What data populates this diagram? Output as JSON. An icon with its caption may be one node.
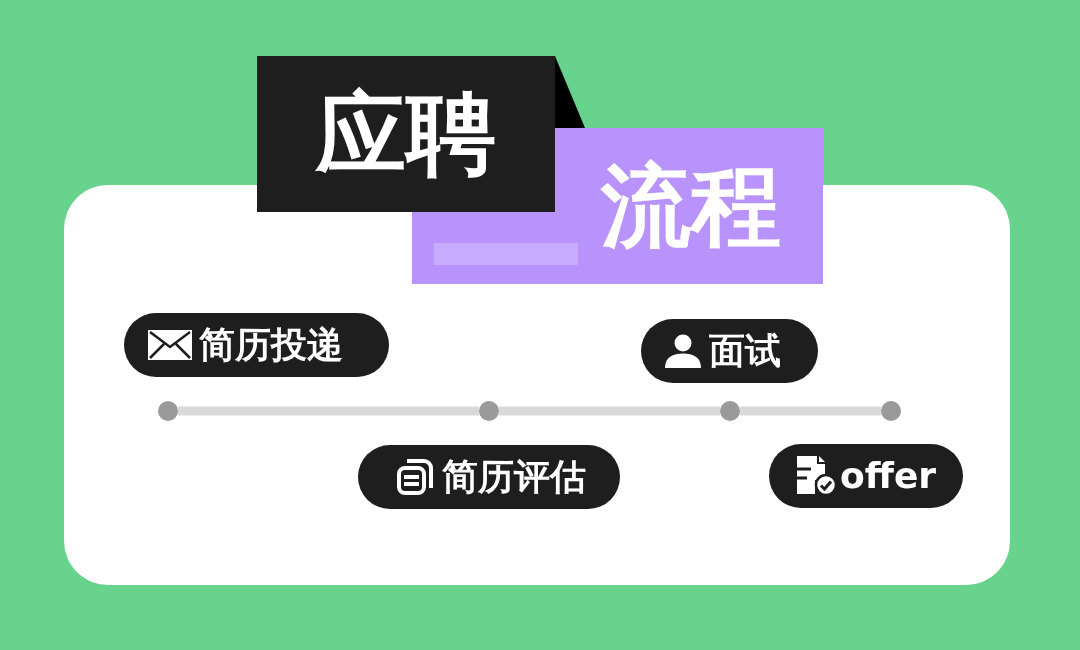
{
  "diagram": {
    "nodes": [
      {
        "text": [
          "简历投递"
        ]
      },
      {
        "text": [
          "简历评估"
        ]
      },
      {
        "text": [
          "面试"
        ]
      },
      {
        "text": [
          "offer"
        ]
      },
      {
        "text": [],
        "shape": "circle"
      },
      {
        "text": [],
        "shape": "circle"
      },
      {
        "text": [],
        "shape": "circle"
      },
      {
        "text": [],
        "shape": "circle"
      }
    ],
    "edges": [
      {
        "from": 4,
        "to": 5,
        "arrow": "none"
      },
      {
        "from": 5,
        "to": 6,
        "arrow": "none"
      },
      {
        "from": 6,
        "to": 7,
        "arrow": "none"
      }
    ],
    "labels": [
      "应聘",
      "流程"
    ]
  }
}
